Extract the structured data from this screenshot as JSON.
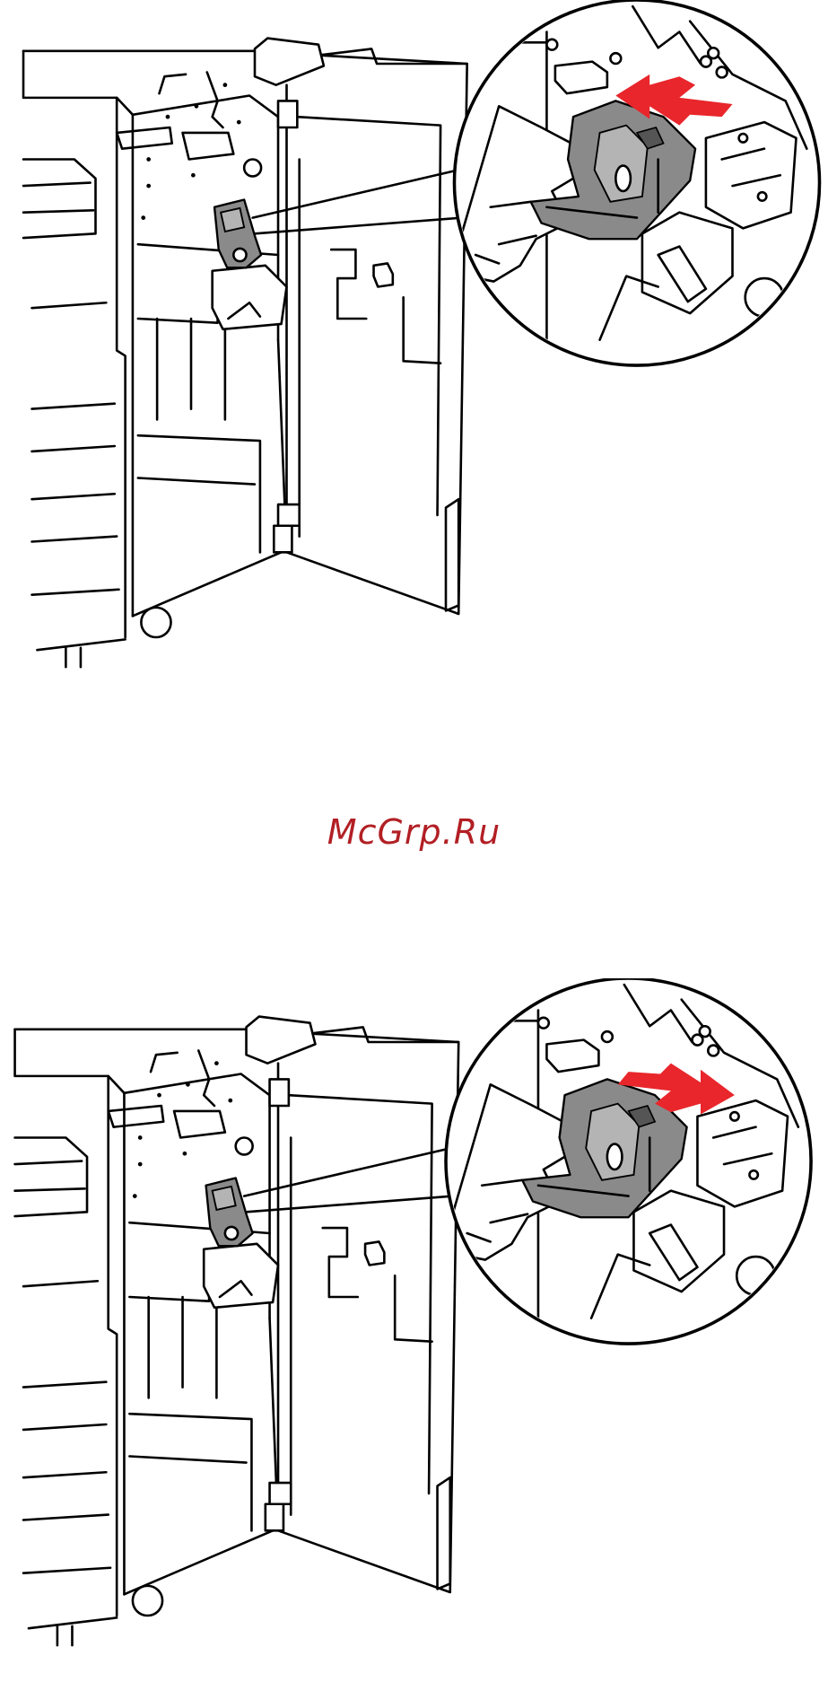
{
  "watermark": {
    "text": "McGrp.Ru",
    "color": "#b21f24"
  },
  "colors": {
    "arrow": "#e8262b",
    "cartridge": "#8a8a8a",
    "line": "#000000"
  },
  "figures": [
    {
      "id": "top",
      "arrow_direction": "left"
    },
    {
      "id": "bottom",
      "arrow_direction": "right"
    }
  ]
}
